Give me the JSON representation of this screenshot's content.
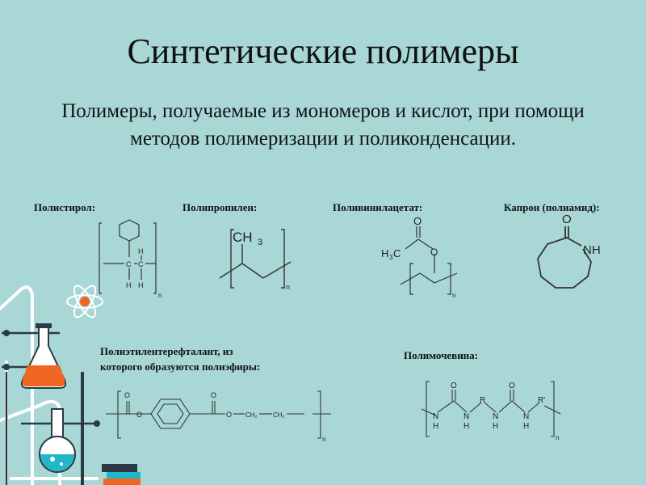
{
  "slide": {
    "title": "Синтетические полимеры",
    "subtitle": "Полимеры, получаемые из мономеров и кислот, при помощи методов полимеризации и поликонденсации."
  },
  "polymers": {
    "polystyrene": {
      "label": "Полистирол:",
      "atoms": {
        "c1": "C",
        "c2": "C",
        "h1": "H",
        "h2": "H",
        "h3": "H",
        "n": "n"
      }
    },
    "polypropylene": {
      "label": "Полипропилен:",
      "atoms": {
        "ch3": "CH",
        "sub3": "3",
        "n": "n"
      }
    },
    "polyvinyl_acetate": {
      "label": "Поливинилацетат:",
      "atoms": {
        "h3c": "H",
        "sub3": "3",
        "c": "C",
        "o_top": "O",
        "o_ring": "O",
        "n": "n"
      }
    },
    "capron": {
      "label": "Капрон (полиамид):",
      "atoms": {
        "o": "O",
        "nh": "NH"
      }
    },
    "pet": {
      "label_line1": "Полиэтилентерефталант, из",
      "label_line2": "которого образуются полиэфиры:",
      "atoms": {
        "o1": "O",
        "o2": "O",
        "o3": "O",
        "o4": "O",
        "ch2a": "CH₂",
        "ch2b": "CH₂",
        "n": "n"
      }
    },
    "polyurea": {
      "label": "Полимочевина:",
      "atoms": {
        "o1": "O",
        "o2": "O",
        "r": "R",
        "r2": "R'",
        "n1": "N",
        "n2": "N",
        "n3": "N",
        "n4": "N",
        "h1": "H",
        "h2": "H",
        "h3": "H",
        "h4": "H",
        "n": "n"
      }
    }
  },
  "decor": {
    "lab-glassware-illustration": "flasks",
    "atom-icon": "atom",
    "book-stack-icon": "books"
  }
}
